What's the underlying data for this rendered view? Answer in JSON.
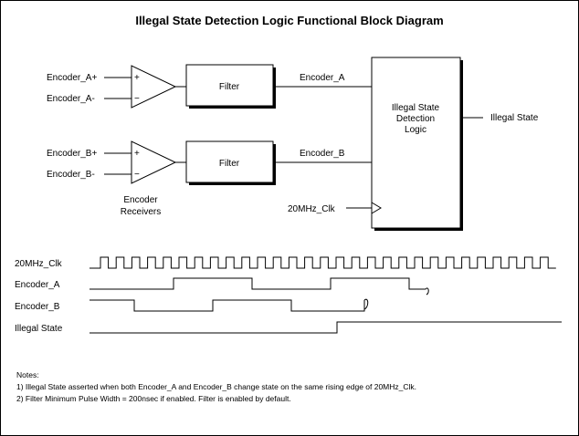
{
  "title": "Illegal State Detection Logic Functional Block Diagram",
  "inputs": {
    "a_plus": "Encoder_A+",
    "a_minus": "Encoder_A-",
    "b_plus": "Encoder_B+",
    "b_minus": "Encoder_B-"
  },
  "receivers": {
    "label_line1": "Encoder",
    "label_line2": "Receivers",
    "plus_sign": "+",
    "minus_sign": "−"
  },
  "filter": {
    "a_label": "Filter",
    "b_label": "Filter"
  },
  "signals": {
    "encoder_a": "Encoder_A",
    "encoder_b": "Encoder_B",
    "clock": "20MHz_Clk",
    "output": "Illegal State"
  },
  "logic_block": {
    "line1": "Illegal State",
    "line2": "Detection",
    "line3": "Logic"
  },
  "timing": {
    "clock_label": "20MHz_Clk",
    "a_label": "Encoder_A",
    "b_label": "Encoder_B",
    "illegal_label": "Illegal State"
  },
  "notes": {
    "heading": "Notes:",
    "note1": "1)  Illegal State asserted when both Encoder_A and Encoder_B change state on the same rising edge of 20MHz_Clk.",
    "note2": "2)  Filter Minimum Pulse Width = 200nsec if enabled.  Filter is enabled by default."
  }
}
